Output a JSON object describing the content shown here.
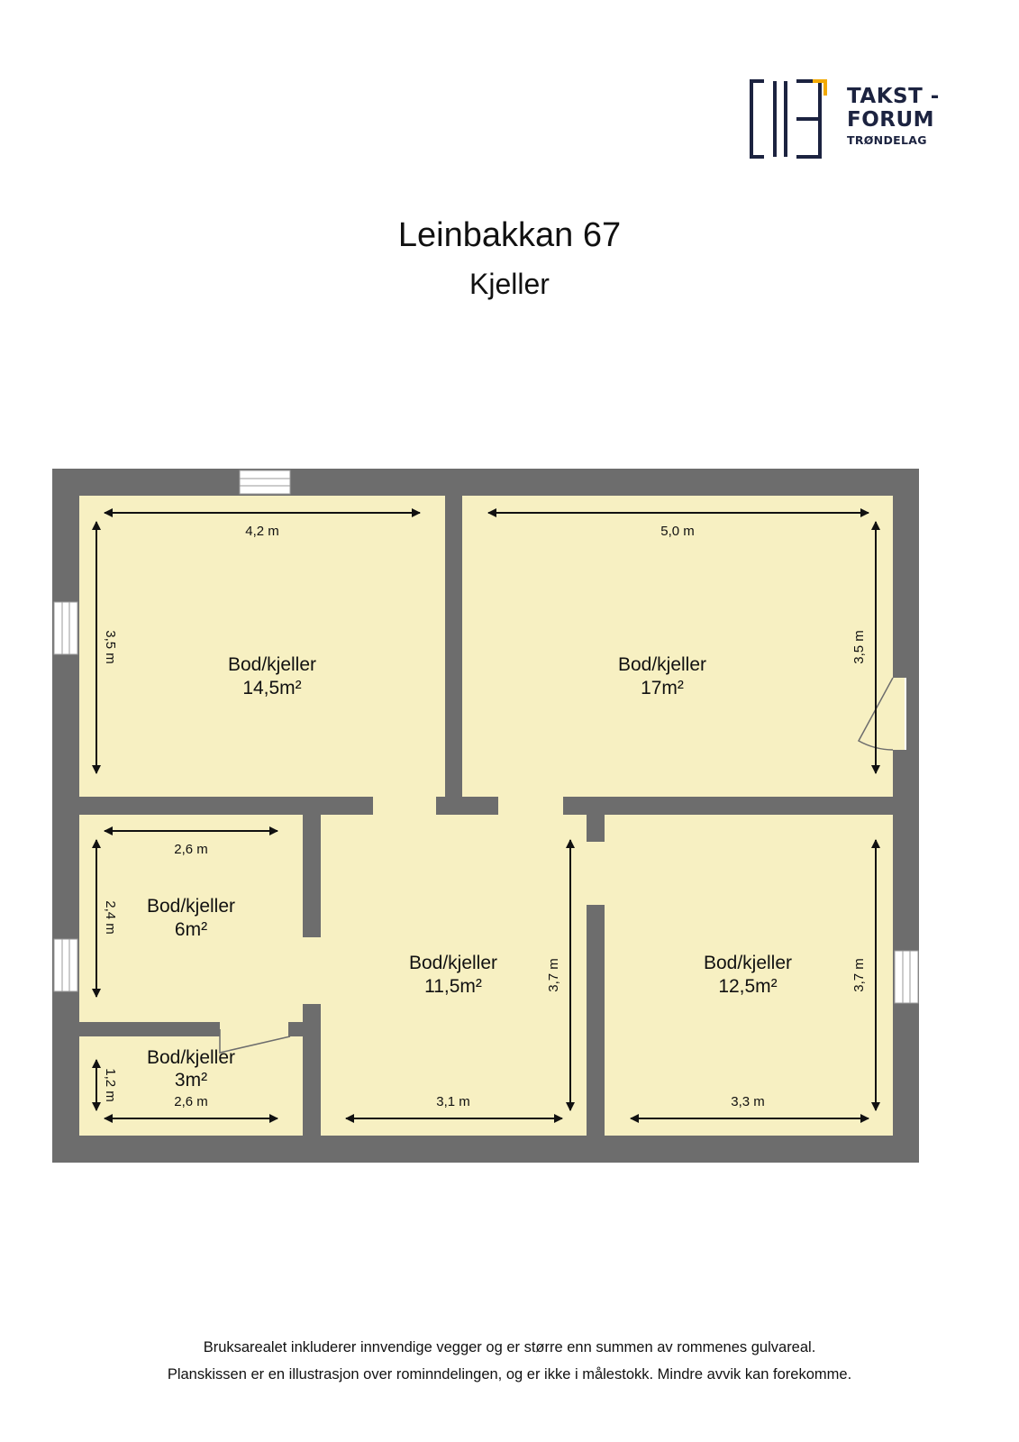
{
  "header": {
    "title": "Leinbakkan 67",
    "subtitle": "Kjeller"
  },
  "logo": {
    "line1": "TAKST -",
    "line2": "FORUM",
    "line3": "TRØNDELAG",
    "colors": {
      "dark": "#1c2340",
      "accent": "#f2a900"
    }
  },
  "rooms": [
    {
      "name": "Bod/kjeller",
      "area": "14,5m²",
      "width_label": "4,2 m",
      "depth_label": "3,5 m"
    },
    {
      "name": "Bod/kjeller",
      "area": "17m²",
      "width_label": "5,0 m",
      "depth_label": "3,5 m"
    },
    {
      "name": "Bod/kjeller",
      "area": "6m²",
      "width_label": "2,6 m",
      "depth_label": "2,4 m"
    },
    {
      "name": "Bod/kjeller",
      "area": "3m²",
      "width_label": "2,6 m",
      "depth_label": "1,2 m"
    },
    {
      "name": "Bod/kjeller",
      "area": "11,5m²",
      "width_label": "3,1 m",
      "depth_label": "3,7 m"
    },
    {
      "name": "Bod/kjeller",
      "area": "12,5m²",
      "width_label": "3,3 m",
      "depth_label": "3,7 m"
    }
  ],
  "colors": {
    "wall": "#6d6d6d",
    "floor": "#f7f0c2"
  },
  "footer": {
    "line1": "Bruksarealet inkluderer innvendige vegger og er større enn summen av rommenes gulvareal.",
    "line2": "Planskissen er en illustrasjon over rominndelingen, og er ikke i målestokk. Mindre avvik kan forekomme."
  }
}
